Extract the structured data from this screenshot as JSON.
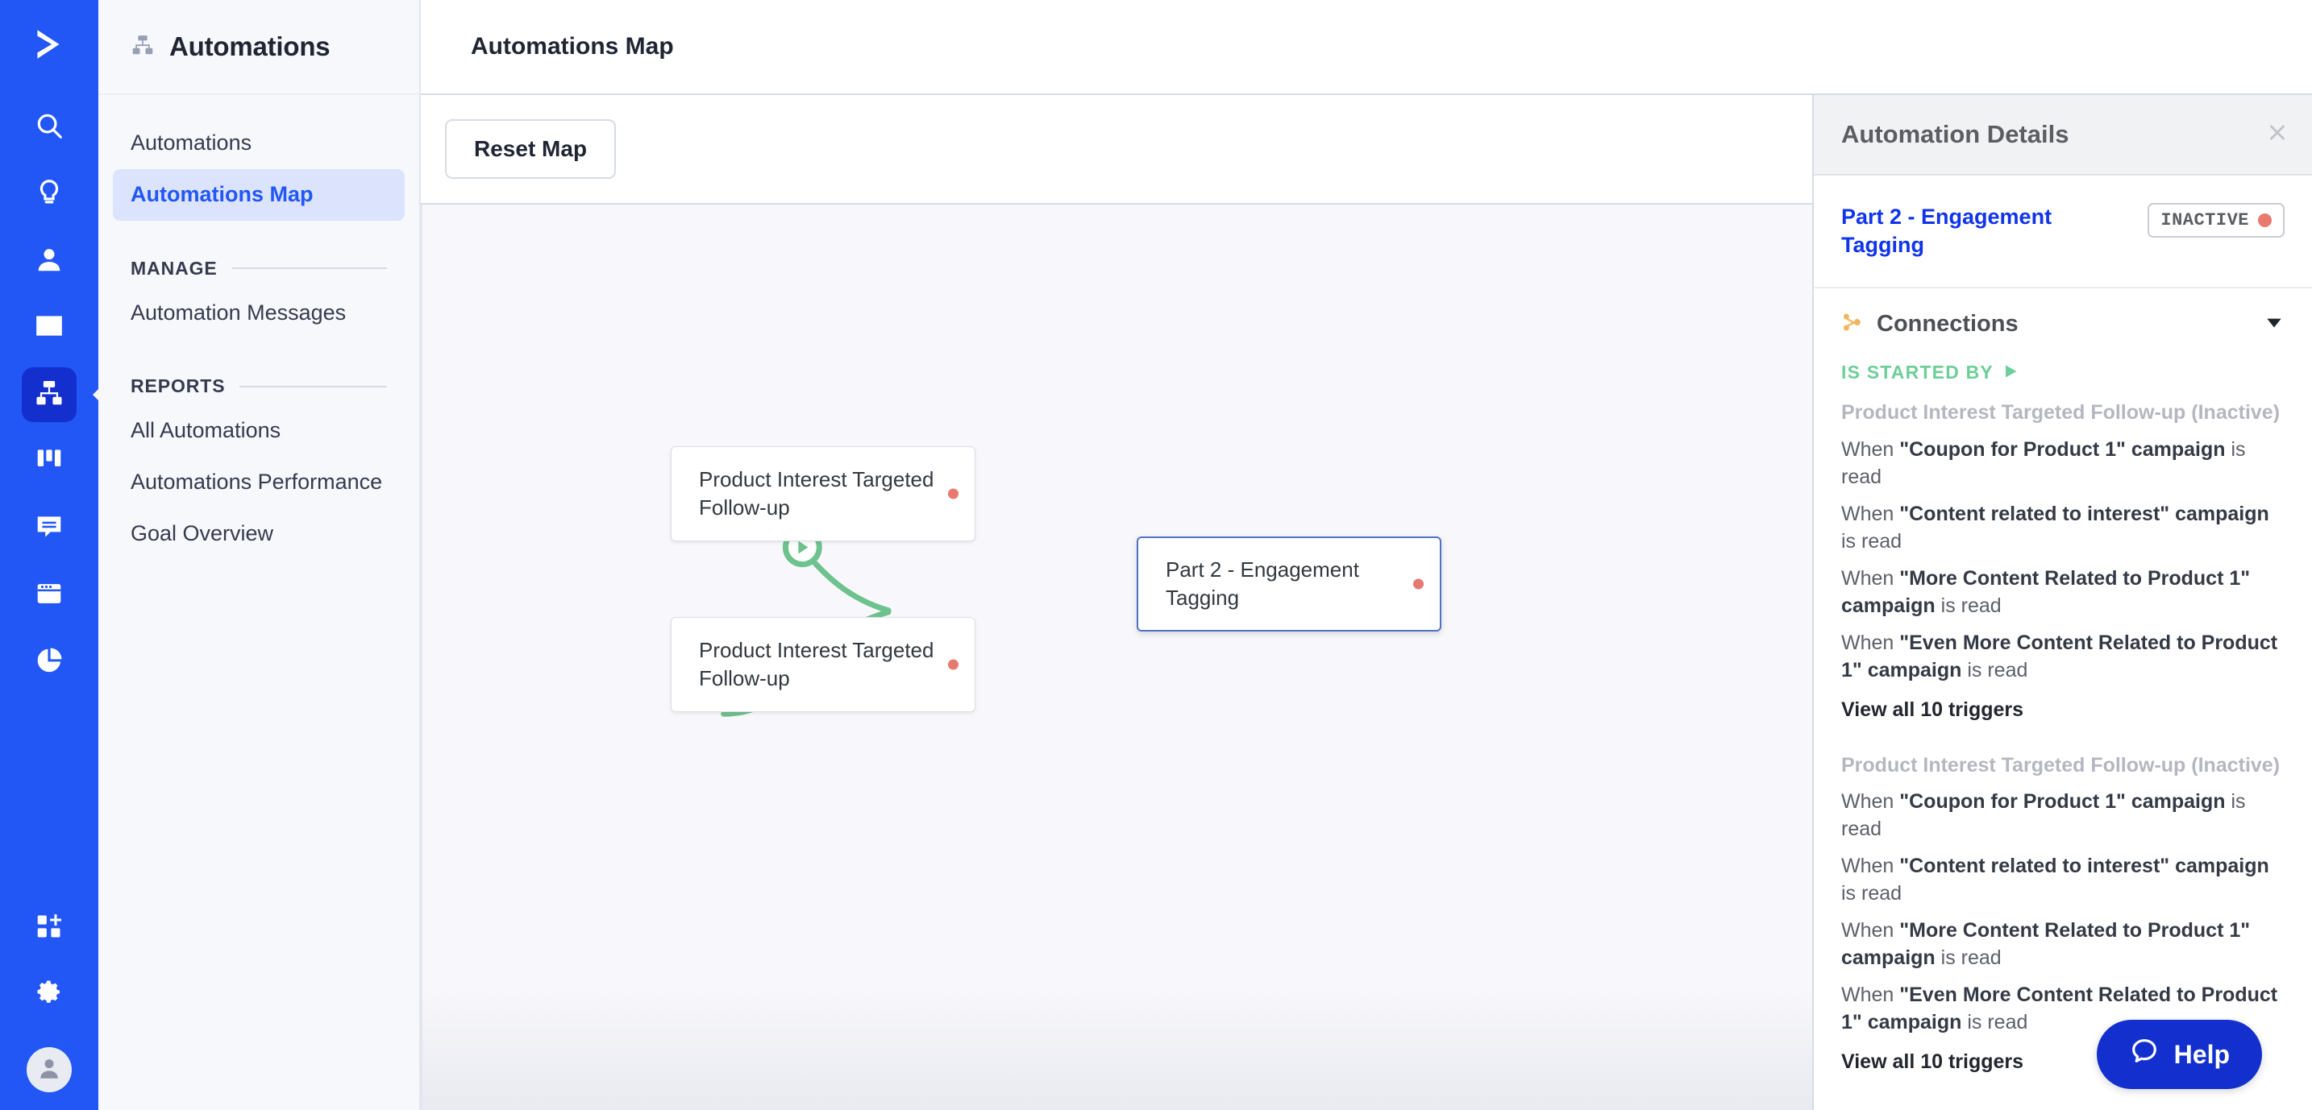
{
  "rail": {
    "logo_icon": "activecampaign-chevron-logo",
    "items": [
      {
        "icon": "search-icon",
        "name": "search",
        "active": false
      },
      {
        "icon": "lightbulb-icon",
        "name": "ideas",
        "active": false
      },
      {
        "icon": "contacts-person-icon",
        "name": "contacts",
        "active": false
      },
      {
        "icon": "envelope-mail-icon",
        "name": "campaigns",
        "active": false
      },
      {
        "icon": "automations-sitemap-icon",
        "name": "automations",
        "active": true
      },
      {
        "icon": "deals-columns-icon",
        "name": "deals",
        "active": false
      },
      {
        "icon": "conversations-chat-icon",
        "name": "conversations",
        "active": false
      },
      {
        "icon": "website-pages-icon",
        "name": "website",
        "active": false
      },
      {
        "icon": "reports-pie-chart-icon",
        "name": "reports",
        "active": false
      }
    ],
    "bottom_items": [
      {
        "icon": "apps-plus-icon",
        "name": "apps"
      },
      {
        "icon": "gear-settings-icon",
        "name": "settings"
      },
      {
        "icon": "user-avatar-icon",
        "name": "account-avatar"
      }
    ]
  },
  "sidebar": {
    "header": {
      "icon": "automations-sitemap-icon",
      "title": "Automations"
    },
    "links": [
      {
        "label": "Automations",
        "active": false
      },
      {
        "label": "Automations Map",
        "active": true
      }
    ],
    "sections": [
      {
        "label": "MANAGE",
        "links": [
          {
            "label": "Automation Messages",
            "active": false
          }
        ]
      },
      {
        "label": "REPORTS",
        "links": [
          {
            "label": "All Automations",
            "active": false
          },
          {
            "label": "Automations Performance",
            "active": false
          },
          {
            "label": "Goal Overview",
            "active": false
          }
        ]
      }
    ]
  },
  "topbar": {
    "title": "Automations Map"
  },
  "toolbar": {
    "reset_label": "Reset Map"
  },
  "map": {
    "nodes": [
      {
        "id": "n1",
        "label": "Product Interest Targeted Follow-up",
        "selected": false,
        "status_color": "#e8796f"
      },
      {
        "id": "n2",
        "label": "Product Interest Targeted Follow-up",
        "selected": false,
        "status_color": "#e8796f"
      },
      {
        "id": "n3",
        "label": "Part 2 - Engagement Tagging",
        "selected": true,
        "status_color": "#e8796f"
      }
    ],
    "edges": [
      {
        "from": "n1",
        "to": "n3",
        "color": "#6ec28d",
        "marker": "play-arrow-icon"
      },
      {
        "from": "n2",
        "to": "n3",
        "color": "#6ec28d",
        "marker": "play-arrow-icon"
      }
    ]
  },
  "details": {
    "panel_title": "Automation Details",
    "close_icon": "close-x-icon",
    "automation_name": "Part 2 - Engagement Tagging",
    "status_label": "INACTIVE",
    "status_color": "#e8796f",
    "connections": {
      "icon": "connections-node-icon",
      "label": "Connections",
      "chevron": "chevron-down-icon",
      "expanded": true
    },
    "started_by": {
      "label": "IS STARTED BY",
      "arrow_icon": "play-arrow-icon",
      "color": "#6bcf96"
    },
    "trigger_groups": [
      {
        "title": "Product Interest Targeted Follow-up (Inactive)",
        "triggers": [
          {
            "prefix": "When ",
            "strong": "\"Coupon for Product 1\" campaign",
            "suffix": " is read"
          },
          {
            "prefix": "When ",
            "strong": "\"Content related to interest\" campaign",
            "suffix": " is read"
          },
          {
            "prefix": "When ",
            "strong": "\"More Content Related to Product 1\" campaign",
            "suffix": " is read"
          },
          {
            "prefix": "When ",
            "strong": "\"Even More Content Related to Product 1\" campaign",
            "suffix": " is read"
          }
        ],
        "view_all": "View all 10 triggers"
      },
      {
        "title": "Product Interest Targeted Follow-up (Inactive)",
        "triggers": [
          {
            "prefix": "When ",
            "strong": "\"Coupon for Product 1\" campaign",
            "suffix": " is read"
          },
          {
            "prefix": "When ",
            "strong": "\"Content related to interest\" campaign",
            "suffix": " is read"
          },
          {
            "prefix": "When ",
            "strong": "\"More Content Related to Product 1\" campaign",
            "suffix": " is read"
          },
          {
            "prefix": "When ",
            "strong": "\"Even More Content Related to Product 1\" campaign",
            "suffix": " is read"
          }
        ],
        "view_all": "View all 10 triggers"
      }
    ]
  },
  "help": {
    "label": "Help",
    "icon": "chat-bubble-icon",
    "color": "#1330cf"
  }
}
